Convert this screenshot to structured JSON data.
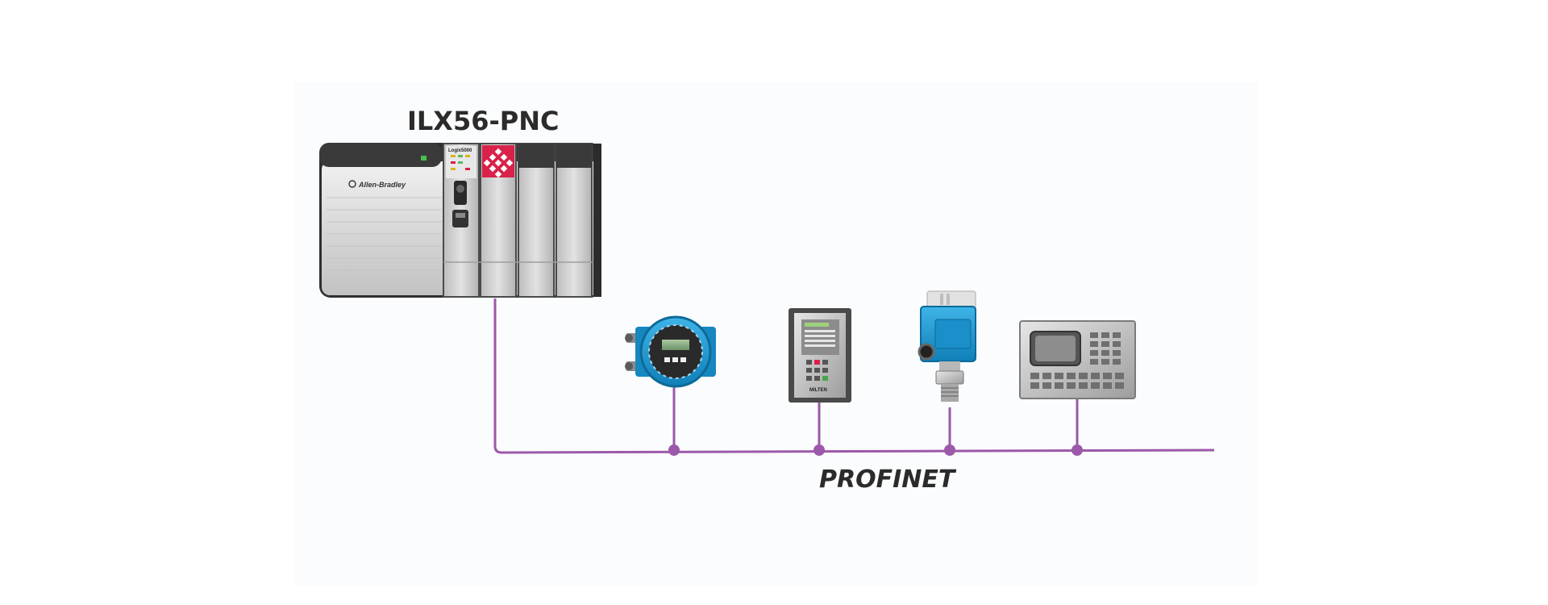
{
  "controller": {
    "title": "ILX56-PNC",
    "brand": "Allen-Bradley",
    "module_label": "Logix5000"
  },
  "network": {
    "label": "PROFINET",
    "line_color": "#9b59a9"
  },
  "devices": [
    {
      "name": "flowmeter-transmitter"
    },
    {
      "name": "panel-display",
      "label": "MILTEN"
    },
    {
      "name": "pressure-transmitter"
    },
    {
      "name": "hmi-keypad-terminal"
    }
  ],
  "colors": {
    "accent_red": "#d9214a",
    "device_blue": "#1a9ad6",
    "chassis_dark": "#3a3a3a"
  }
}
